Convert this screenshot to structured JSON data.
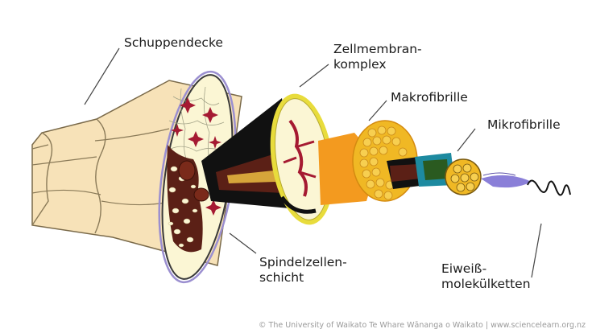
{
  "labels": {
    "cuticle": "Schuppendecke",
    "cmc_line1": "Zellmembran-",
    "cmc_line2": "komplex",
    "macrofibril": "Makrofibrille",
    "microfibril": "Mikrofibrille",
    "spindle_line1": "Spindelzellen-",
    "spindle_line2": "schicht",
    "protein_line1": "Eiweiß-",
    "protein_line2": "molekülketten"
  },
  "credit": "© The University of Waikato Te Whare Wānanga o Waikato | www.sciencelearn.org.nz",
  "colors": {
    "cuticle_fill": "#f7e2b8",
    "cuticle_stroke": "#7a6a4a",
    "cortex_fill": "#fbf6d4",
    "cell_red": "#a51a32",
    "cortex_brown": "#5b2016",
    "dark_cone": "#111111",
    "cmc_ring": "#e8dc3c",
    "macro_gold": "#f0b824",
    "macro_orange": "#f39a1f",
    "micro_teal": "#1d8aa0",
    "micro_purple": "#8a7fd8",
    "leader_line": "#444444"
  }
}
